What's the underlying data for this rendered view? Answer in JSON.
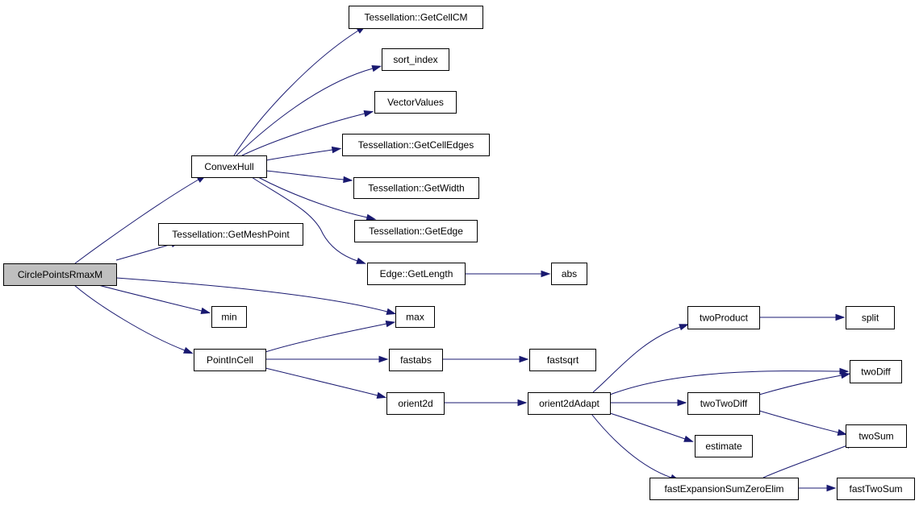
{
  "graph": {
    "edge_color": "#191970",
    "root_fill": "#bfbfbf",
    "nodes": [
      {
        "id": "circlepointsrmaxm",
        "label": "CirclePointsRmaxM",
        "root": true
      },
      {
        "id": "convexhull",
        "label": "ConvexHull"
      },
      {
        "id": "getmeshpoint",
        "label": "Tessellation::GetMeshPoint"
      },
      {
        "id": "min",
        "label": "min"
      },
      {
        "id": "max",
        "label": "max"
      },
      {
        "id": "pointincell",
        "label": "PointInCell"
      },
      {
        "id": "getcellcm",
        "label": "Tessellation::GetCellCM"
      },
      {
        "id": "sort-index",
        "label": "sort_index"
      },
      {
        "id": "vectorvalues",
        "label": "VectorValues"
      },
      {
        "id": "getcelledges",
        "label": "Tessellation::GetCellEdges"
      },
      {
        "id": "getwidth",
        "label": "Tessellation::GetWidth"
      },
      {
        "id": "getedge",
        "label": "Tessellation::GetEdge"
      },
      {
        "id": "edge-getlength",
        "label": "Edge::GetLength"
      },
      {
        "id": "abs",
        "label": "abs"
      },
      {
        "id": "fastabs",
        "label": "fastabs"
      },
      {
        "id": "fastsqrt",
        "label": "fastsqrt"
      },
      {
        "id": "orient2d",
        "label": "orient2d"
      },
      {
        "id": "orient2dadapt",
        "label": "orient2dAdapt"
      },
      {
        "id": "twoproduct",
        "label": "twoProduct"
      },
      {
        "id": "split",
        "label": "split"
      },
      {
        "id": "twodiff",
        "label": "twoDiff"
      },
      {
        "id": "twotwodiff",
        "label": "twoTwoDiff"
      },
      {
        "id": "estimate",
        "label": "estimate"
      },
      {
        "id": "twosum",
        "label": "twoSum"
      },
      {
        "id": "fastexpansionsumzeroelim",
        "label": "fastExpansionSumZeroElim"
      },
      {
        "id": "fasttwosum",
        "label": "fastTwoSum"
      }
    ],
    "edges": [
      {
        "from": "circlepointsrmaxm",
        "to": "convexhull"
      },
      {
        "from": "circlepointsrmaxm",
        "to": "getmeshpoint"
      },
      {
        "from": "circlepointsrmaxm",
        "to": "max"
      },
      {
        "from": "circlepointsrmaxm",
        "to": "min"
      },
      {
        "from": "circlepointsrmaxm",
        "to": "pointincell"
      },
      {
        "from": "convexhull",
        "to": "getcellcm"
      },
      {
        "from": "convexhull",
        "to": "sort-index"
      },
      {
        "from": "convexhull",
        "to": "vectorvalues"
      },
      {
        "from": "convexhull",
        "to": "getcelledges"
      },
      {
        "from": "convexhull",
        "to": "getwidth"
      },
      {
        "from": "convexhull",
        "to": "getedge"
      },
      {
        "from": "convexhull",
        "to": "edge-getlength"
      },
      {
        "from": "edge-getlength",
        "to": "abs"
      },
      {
        "from": "pointincell",
        "to": "max"
      },
      {
        "from": "pointincell",
        "to": "fastabs"
      },
      {
        "from": "pointincell",
        "to": "orient2d"
      },
      {
        "from": "fastabs",
        "to": "fastsqrt"
      },
      {
        "from": "orient2d",
        "to": "orient2dadapt"
      },
      {
        "from": "orient2dadapt",
        "to": "twoproduct"
      },
      {
        "from": "orient2dadapt",
        "to": "twodiff"
      },
      {
        "from": "orient2dadapt",
        "to": "twotwodiff"
      },
      {
        "from": "orient2dadapt",
        "to": "estimate"
      },
      {
        "from": "orient2dadapt",
        "to": "fastexpansionsumzeroelim"
      },
      {
        "from": "twoproduct",
        "to": "split"
      },
      {
        "from": "twotwodiff",
        "to": "twodiff"
      },
      {
        "from": "twotwodiff",
        "to": "twosum"
      },
      {
        "from": "fastexpansionsumzeroelim",
        "to": "twosum"
      },
      {
        "from": "fastexpansionsumzeroelim",
        "to": "fasttwosum"
      }
    ]
  }
}
